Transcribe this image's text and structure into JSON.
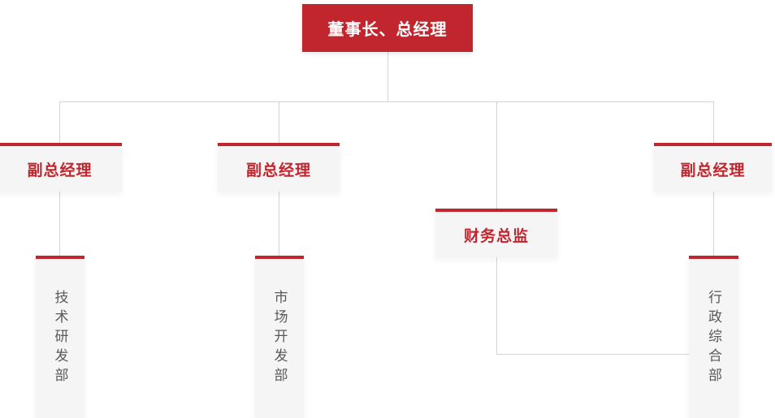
{
  "colors": {
    "accent_red": "#c1262e",
    "root_text": "#ffffff",
    "node_background": "#f5f5f5",
    "node_text_red": "#c1262e",
    "department_text": "#595959",
    "connector_line": "#d4d4d4",
    "page_background": "#ffffff"
  },
  "org_chart": {
    "root": {
      "label": "董事长、总经理"
    },
    "level2": [
      {
        "label": "副总经理"
      },
      {
        "label": "副总经理"
      },
      {
        "label": "财务总监"
      },
      {
        "label": "副总经理"
      }
    ],
    "departments": [
      {
        "label": "技术研发部"
      },
      {
        "label": "市场开发部"
      },
      {
        "label": "行政综合部"
      }
    ]
  }
}
